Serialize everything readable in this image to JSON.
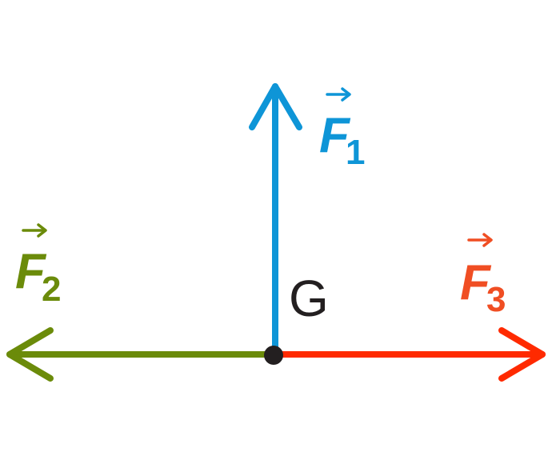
{
  "point": {
    "label": "G",
    "color": "#231f20"
  },
  "forces": [
    {
      "id": "f1",
      "letter": "F",
      "subscript": "1",
      "direction": "up",
      "color": "#0e95d7"
    },
    {
      "id": "f2",
      "letter": "F",
      "subscript": "2",
      "direction": "left",
      "color": "#6b8b0a"
    },
    {
      "id": "f3",
      "letter": "F",
      "subscript": "3",
      "direction": "right",
      "color": "#ff2a00",
      "label_color": "#f04e23"
    }
  ]
}
